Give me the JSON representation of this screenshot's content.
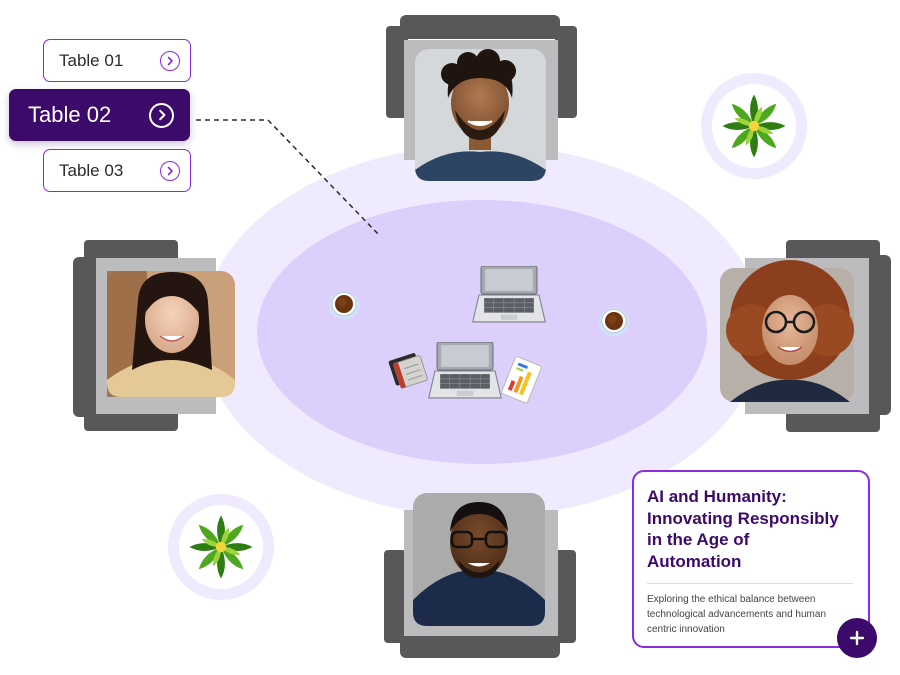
{
  "tables": [
    {
      "label": "Table 01",
      "active": false
    },
    {
      "label": "Table 02",
      "active": true
    },
    {
      "label": "Table 03",
      "active": false
    }
  ],
  "session_card": {
    "title": "AI and Humanity: Innovating Responsibly in the Age of Automation",
    "description": "Exploring the ethical balance between technological advancements and human centric innovation",
    "add_button_icon": "plus-icon"
  },
  "seats": [
    {
      "position": "top",
      "icon": "participant-avatar"
    },
    {
      "position": "left",
      "icon": "participant-avatar"
    },
    {
      "position": "right",
      "icon": "participant-avatar"
    },
    {
      "position": "bottom",
      "icon": "participant-avatar"
    }
  ],
  "table_items": [
    "coffee-cup-icon",
    "laptop-icon",
    "laptop-icon",
    "coffee-cup-icon",
    "notebook-icon",
    "report-document-icon"
  ],
  "decorations": [
    "plant-icon",
    "plant-icon"
  ],
  "colors": {
    "accent": "#8a2be2",
    "active_tab": "#3c0a6b",
    "table_outer": "#efeafe",
    "table_inner": "#dccffc",
    "chair": "#58585a"
  }
}
